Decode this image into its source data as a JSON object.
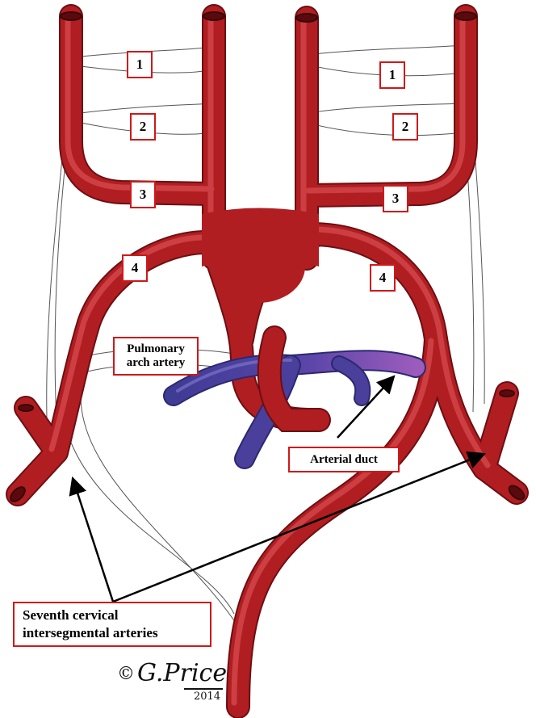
{
  "labels": {
    "left_arch_1": "1",
    "left_arch_2": "2",
    "left_arch_3": "3",
    "left_arch_4": "4",
    "right_arch_1": "1",
    "right_arch_2": "2",
    "right_arch_3": "3",
    "right_arch_4": "4",
    "pulmonary_arch_artery": "Pulmonary arch artery",
    "arterial_duct": "Arterial duct",
    "seventh_cervical": "Seventh cervical intersegmental arteries"
  },
  "signature": {
    "copyright": "©",
    "author": "G.Price",
    "year": "2014"
  },
  "colors": {
    "artery": "#b01e22",
    "artery_dark": "#7a1014",
    "artery_light": "#d8474a",
    "pulmonary": "#4a3f9a",
    "pulmonary_light": "#8a5bb8",
    "box_border": "#d01818",
    "arrow": "#000000"
  }
}
